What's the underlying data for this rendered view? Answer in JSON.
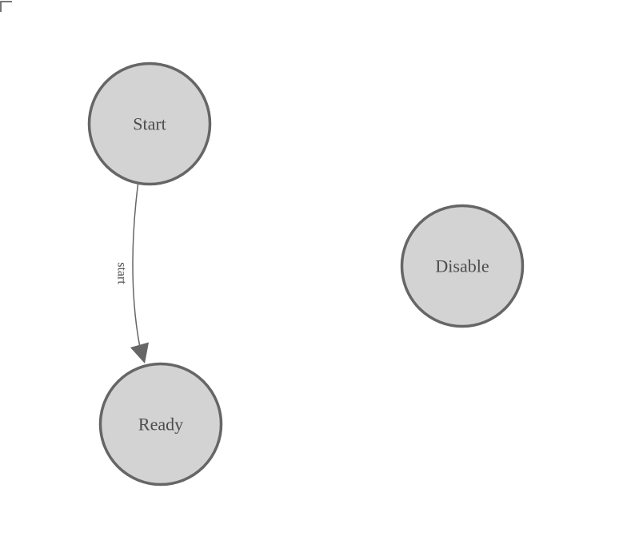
{
  "diagram": {
    "nodes": [
      {
        "id": "start",
        "label": "Start"
      },
      {
        "id": "ready",
        "label": "Ready"
      },
      {
        "id": "disable",
        "label": "Disable"
      }
    ],
    "edges": [
      {
        "from": "start",
        "to": "ready",
        "label": "start"
      }
    ]
  },
  "colors": {
    "background": "#ffffff",
    "node_fill": "#d3d3d3",
    "node_stroke": "#666666",
    "text": "#4c4c4c",
    "edge_stroke": "#666666",
    "corner_mark": "#666666"
  }
}
